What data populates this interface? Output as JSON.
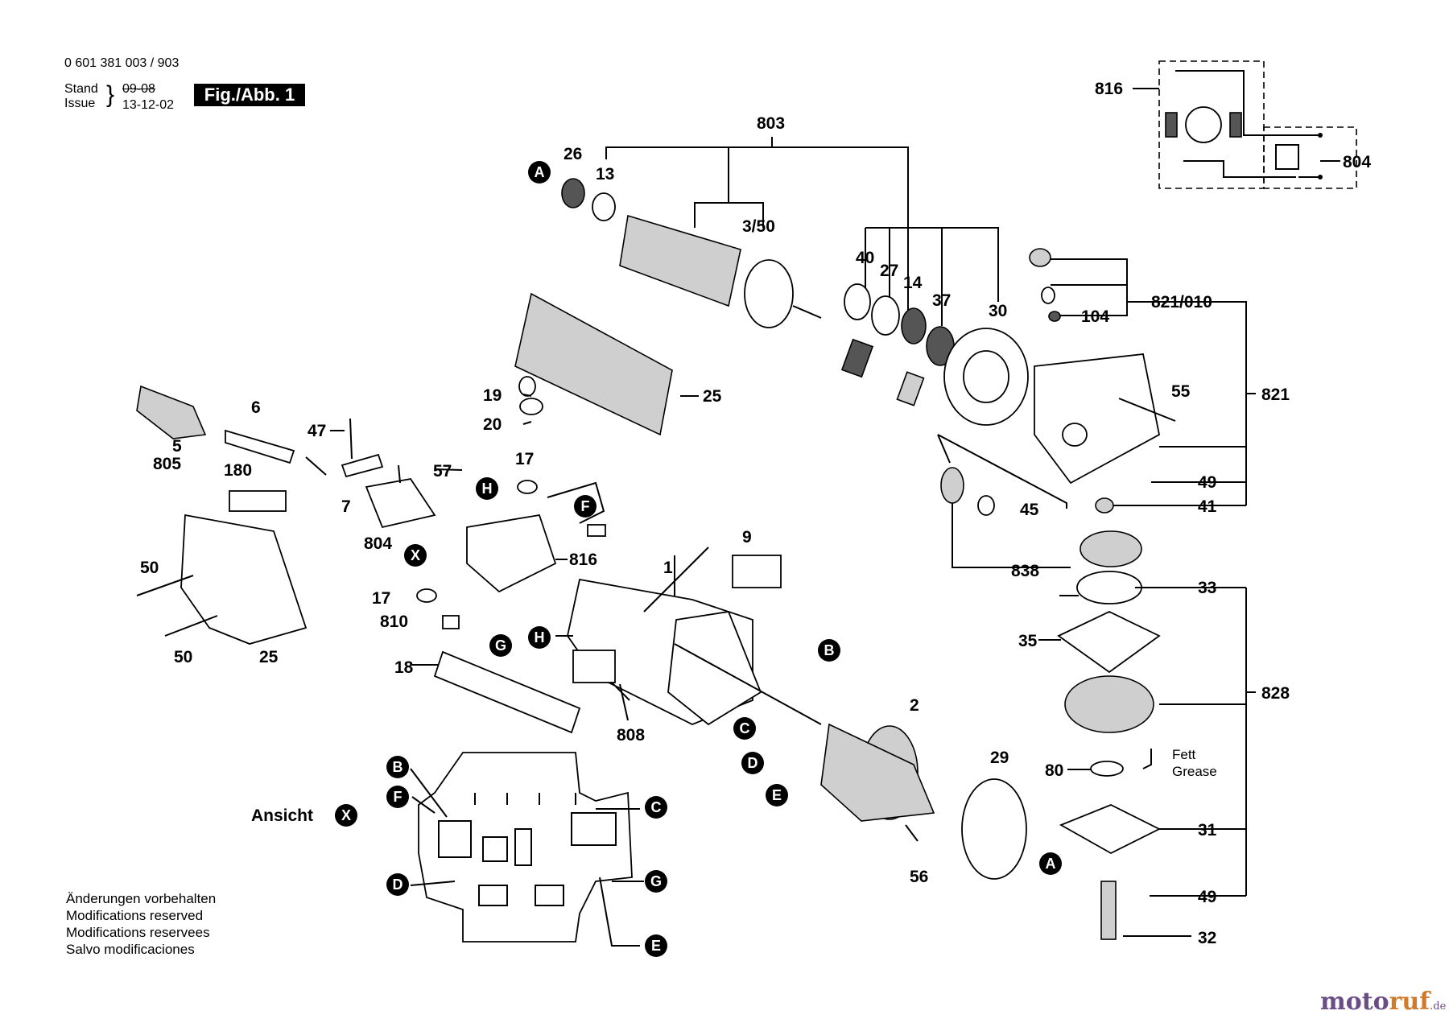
{
  "header": {
    "doc_number": "0 601 381 003 / 903",
    "stand_label": "Stand",
    "issue_label": "Issue",
    "old_date": "09-08",
    "date": "13-12-02",
    "figure_label": "Fig./Abb. 1"
  },
  "notes": [
    "Änderungen vorbehalten",
    "Modifications reserved",
    "Modifications reservees",
    "Salvo modificaciones"
  ],
  "view_label": "Ansicht",
  "grease_note": {
    "de": "Fett",
    "en": "Grease"
  },
  "watermark": {
    "main": "moto",
    "accent": "ruf",
    "tld": ".de"
  },
  "part_numbers": {
    "p803": "803",
    "p26": "26",
    "p13": "13",
    "p3_50": "3/50",
    "p40": "40",
    "p27": "27",
    "p14": "14",
    "p37": "37",
    "p30": "30",
    "p821_010": "821/010",
    "p104": "104",
    "p55": "55",
    "p821": "821",
    "p49a": "49",
    "p41": "41",
    "p45": "45",
    "p838": "838",
    "p816a": "816",
    "p804a": "804",
    "p6": "6",
    "p5": "5",
    "p805": "805",
    "p47": "47",
    "p7": "7",
    "p57": "57",
    "p19": "19",
    "p20": "20",
    "p25a": "25",
    "p180": "180",
    "p804b": "804",
    "p17a": "17",
    "p816b": "816",
    "p810": "810",
    "p17b": "17",
    "p50a": "50",
    "p50b": "50",
    "p25b": "25",
    "p18": "18",
    "p9": "9",
    "p1": "1",
    "p808": "808",
    "p33": "33",
    "p35": "35",
    "p828": "828",
    "p80": "80",
    "p31": "31",
    "p49b": "49",
    "p32": "32",
    "p2": "2",
    "p29": "29",
    "p56": "56"
  },
  "callouts": {
    "A": "A",
    "B": "B",
    "C": "C",
    "D": "D",
    "E": "E",
    "F": "F",
    "G": "G",
    "H": "H",
    "X": "X"
  },
  "icons": [
    "exploded-parts-drawing",
    "wiring-schematic",
    "callout-badge"
  ]
}
